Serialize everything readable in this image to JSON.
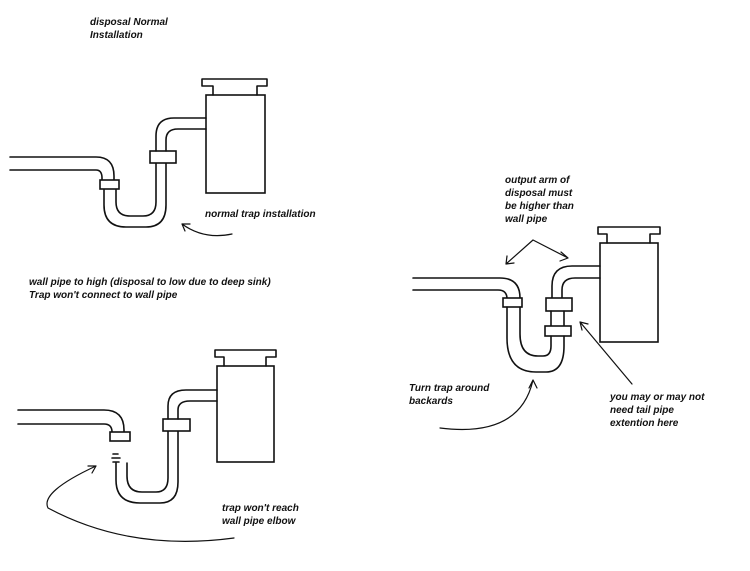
{
  "labels": {
    "title_line1": "disposal Normal",
    "title_line2": "Installation",
    "normal_trap": "normal trap installation",
    "wall_high_line1": "wall pipe to high (disposal to low due to deep sink)",
    "wall_high_line2": "Trap won't connect to wall pipe",
    "trap_wont_reach_line1": "trap won't reach",
    "trap_wont_reach_line2": "wall pipe elbow",
    "output_arm_line1": "output arm of",
    "output_arm_line2": "disposal must",
    "output_arm_line3": "be higher than",
    "output_arm_line4": "wall pipe",
    "turn_trap_line1": "Turn trap around",
    "turn_trap_line2": "backards",
    "tail_pipe_line1": "you may or may not",
    "tail_pipe_line2": "need tail pipe",
    "tail_pipe_line3": "extention here"
  },
  "colors": {
    "line": "#111111",
    "background": "#ffffff"
  }
}
